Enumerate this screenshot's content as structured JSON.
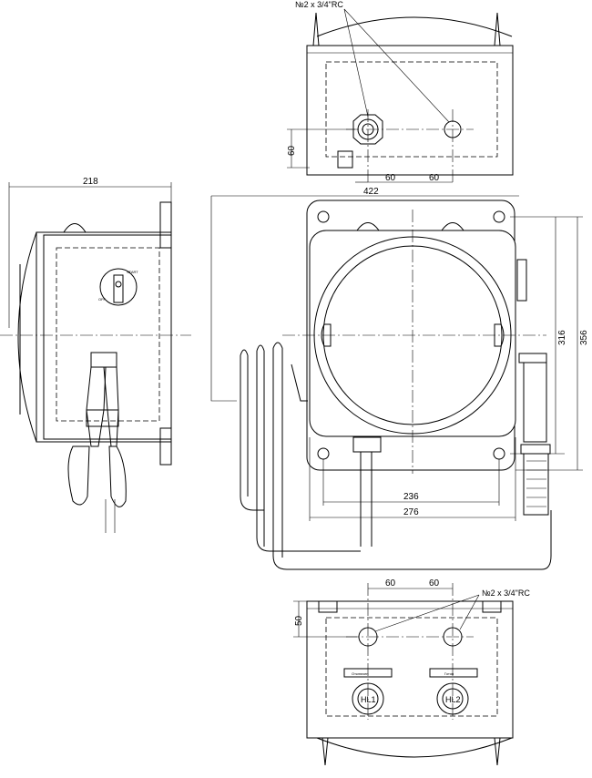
{
  "labels": {
    "cable_entries_top": "№2 x 3/4\"RC",
    "cable_entries_bottom": "№2 x 3/4\"RC",
    "lamp_left": "Отключен",
    "lamp_right": "Готов",
    "lamp_left_code": "HL1",
    "lamp_right_code": "HL2",
    "switch_off": "OFF",
    "switch_start": "START"
  },
  "dimensions": {
    "top_height": "60",
    "top_spacing_1": "60",
    "top_spacing_2": "60",
    "side_width": "218",
    "front_width": "422",
    "front_height_inner": "316",
    "front_height_outer": "356",
    "front_mount_width": "236",
    "front_overall_width": "276",
    "bottom_spacing_1": "60",
    "bottom_spacing_2": "60",
    "bottom_height": "50"
  }
}
